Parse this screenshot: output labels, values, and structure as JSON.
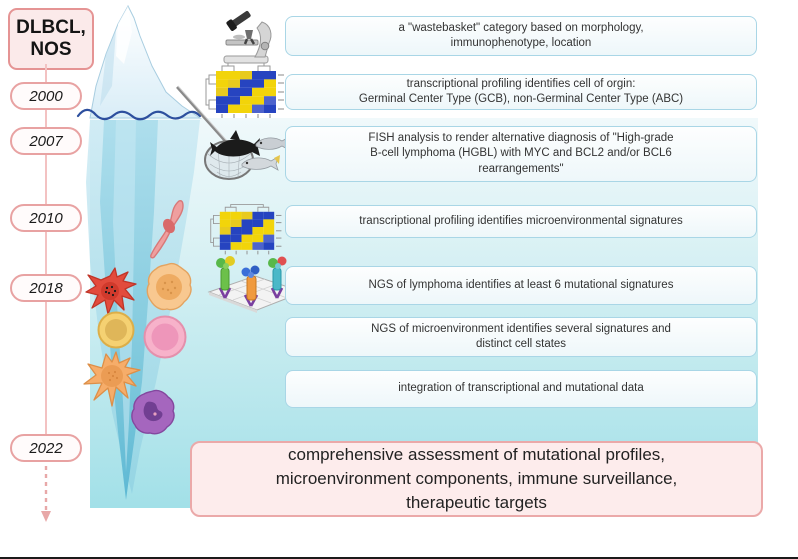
{
  "title": {
    "label": "DLBCL,\nNOS"
  },
  "timeline": {
    "years": [
      "2000",
      "2007",
      "2010",
      "2018",
      "2022"
    ]
  },
  "boxes": [
    {
      "text": "a \"wastebasket\" category based on morphology,\nimmunophenotype, location"
    },
    {
      "text": "transcriptional profiling identifies cell of orgin:\nGerminal Center Type (GCB), non-Germinal Center Type (ABC)"
    },
    {
      "text": "FISH analysis to render alternative diagnosis of \"High-grade\nB-cell lymphoma (HGBL) with MYC and BCL2 and/or BCL6\nrearrangements\""
    },
    {
      "text": "transcriptional profiling identifies microenvironmental signatures"
    },
    {
      "text": "NGS of lymphoma identifies at least 6 mutational signatures"
    },
    {
      "text": "NGS of microenvironment identifies several signatures and\ndistinct cell states"
    },
    {
      "text": "integration of transcriptional and mutational data"
    }
  ],
  "summary": {
    "text": "comprehensive assessment of mutational profiles,\nmicroenvironment components, immune surveillance,\ntherapeutic targets"
  },
  "icons": {
    "row1": "microscope",
    "row2": "heatmap-cluster",
    "row3": "fish-net",
    "row4": "heatmap-cluster",
    "row5": "antibody-array"
  },
  "cells": [
    "fibroblast",
    "red-dendritic-cell",
    "macrophage",
    "yellow-lymphocyte",
    "pink-tumor-cell",
    "orange-dendritic-cell",
    "purple-monocyte"
  ],
  "colors": {
    "accent_pink_border": "#e8a2a2",
    "accent_pink_fill": "#fdecec",
    "info_box_border": "#a9d6e6",
    "water_top": "#f0f9fb",
    "water_bottom": "#a2e0e8",
    "waterline_navy": "#2d4f9e",
    "heatmap_yellow": "#f2d40a",
    "heatmap_blue": "#2644c0",
    "iceberg_deep": "#5fb9d4"
  }
}
